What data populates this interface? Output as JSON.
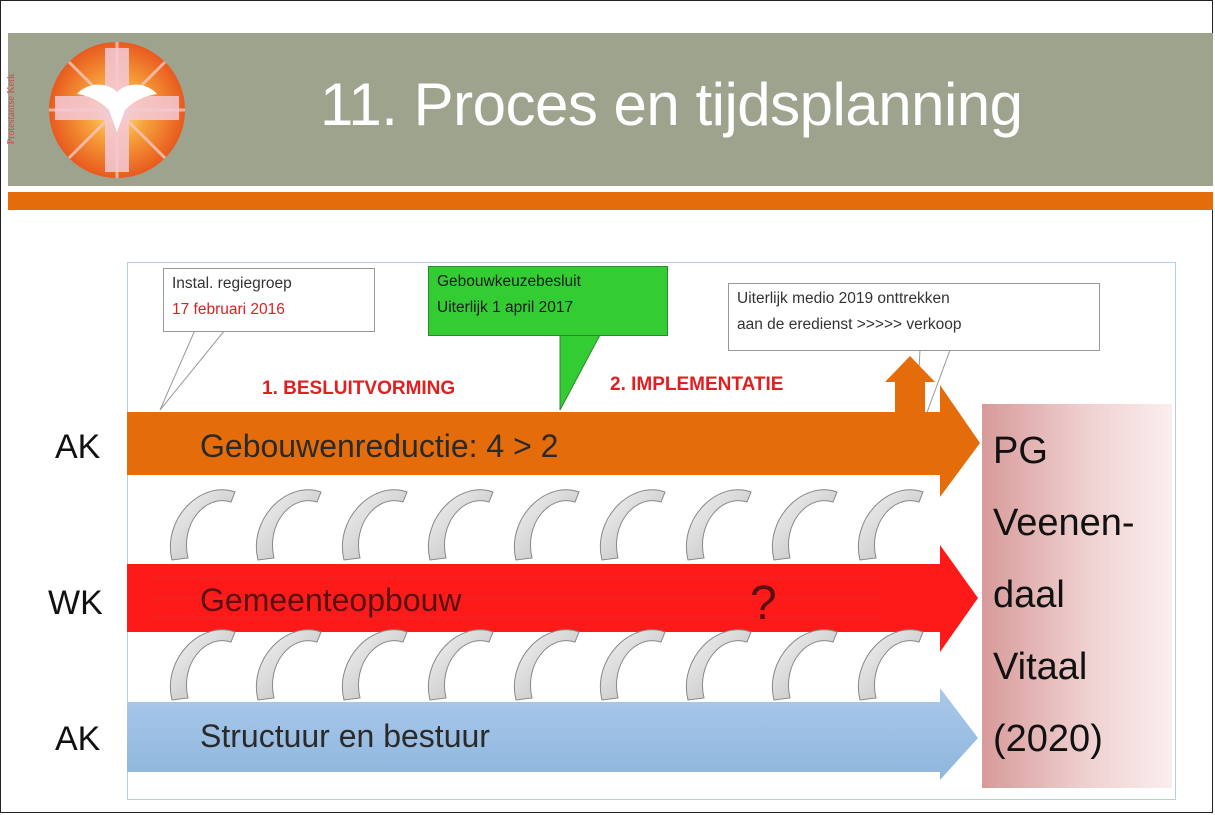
{
  "slide": {
    "title": "11. Proces en tijdsplanning",
    "sidebar_text": "Protestantse Kerk"
  },
  "colors": {
    "header_bg": "#9ea38e",
    "accent_orange": "#e46c0a",
    "arrow_red": "#ff1a1a",
    "arrow_blue": "#9dc3e6",
    "callout_green": "#33cc33"
  },
  "diagram": {
    "rows": [
      {
        "label": "AK",
        "text": "Gebouwenreductie:  4 > 2",
        "color": "orange"
      },
      {
        "label": "WK",
        "text": "Gemeenteopbouw",
        "marker": "?",
        "color": "red"
      },
      {
        "label": "AK",
        "text": "Structuur en bestuur",
        "color": "blue"
      }
    ],
    "callouts": [
      {
        "line1": "Instal. regiegroep",
        "line2": "17 februari 2016"
      },
      {
        "line1": "Gebouwkeuzebesluit",
        "line2": "Uiterlijk  1 april 2017"
      },
      {
        "line1": "Uiterlijk medio 2019 onttrekken",
        "line2": "aan de eredienst >>>>> verkoop"
      }
    ],
    "phases": [
      "1. BESLUITVORMING",
      "2. IMPLEMENTATIE"
    ],
    "goal": [
      "PG",
      "Veenen-",
      "daal",
      "Vitaal",
      "(2020)"
    ]
  }
}
